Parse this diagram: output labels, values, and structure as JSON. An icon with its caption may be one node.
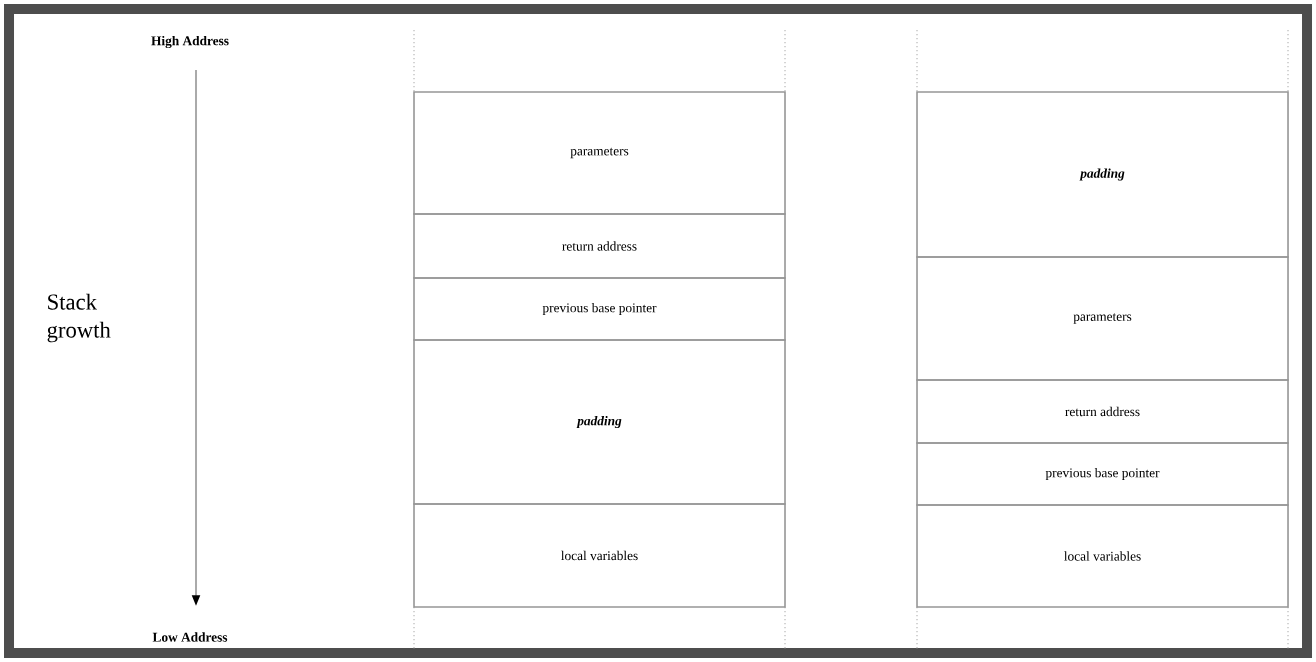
{
  "diagram": {
    "nodes": [
      {
        "text": [
          "parameters"
        ]
      },
      {
        "text": [
          "return address"
        ]
      },
      {
        "text": [
          "previous base pointer"
        ]
      },
      {
        "text": [
          "padding"
        ]
      },
      {
        "text": [
          "local variables"
        ]
      },
      {
        "text": [
          "padding"
        ]
      },
      {
        "text": [
          "parameters"
        ]
      },
      {
        "text": [
          "return address"
        ]
      },
      {
        "text": [
          "previous base pointer"
        ]
      },
      {
        "text": [
          "local variables"
        ]
      }
    ],
    "labels": [
      "High Address",
      "Stack growth",
      "Low Address"
    ]
  }
}
